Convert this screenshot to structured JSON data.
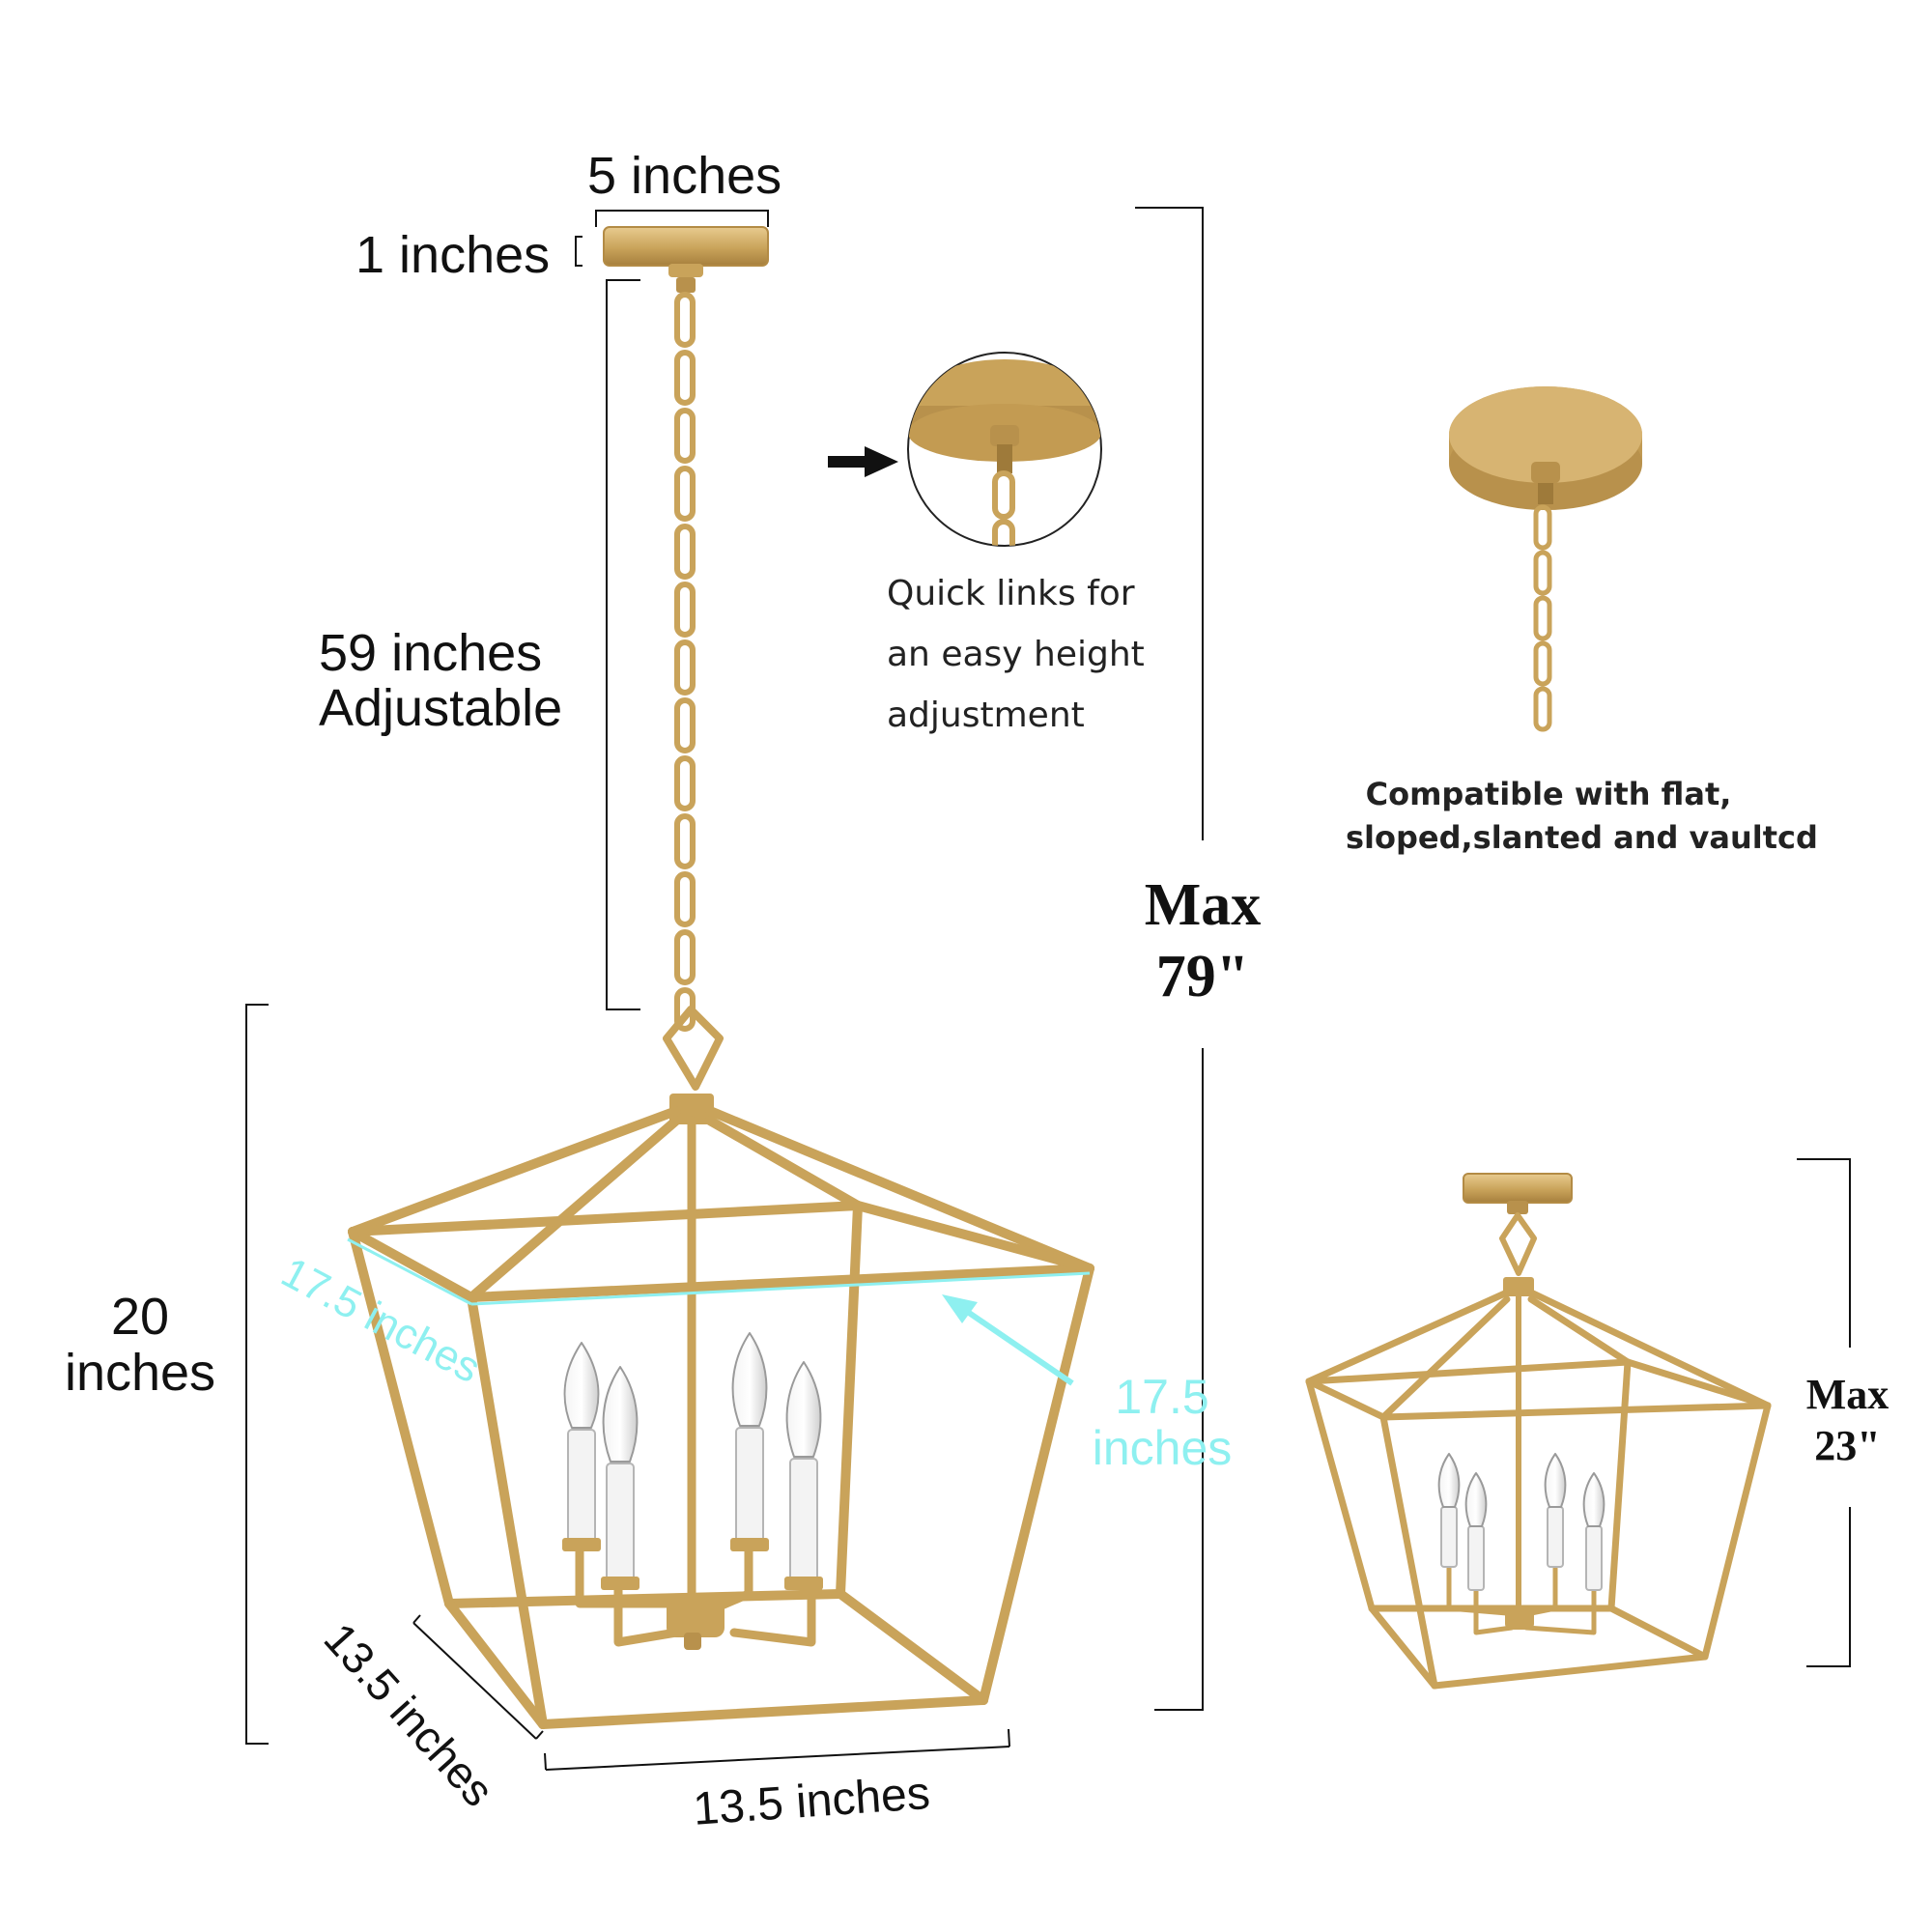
{
  "colors": {
    "gold": "#c9a35a",
    "gold_dark": "#a67f3d",
    "gold_light": "#e3c48a",
    "cyan": "#8ef0f0",
    "dim_line": "#111111",
    "background": "#ffffff"
  },
  "dimensions": {
    "canopy_width": "5 inches",
    "canopy_height": "1 inches",
    "chain_length_line1": "59 inches",
    "chain_length_line2": "Adjustable",
    "max_height_line1": "Max",
    "max_height_line2": "79\"",
    "fixture_height_line1": "20",
    "fixture_height_line2": "inches",
    "top_diagonal_left": "17.5 inches",
    "top_diagonal_right_line1": "17.5",
    "top_diagonal_right_line2": "inches",
    "base_depth": "13.5 inches",
    "base_width": "13.5 inches",
    "compact_max_line1": "Max",
    "compact_max_line2": "23\""
  },
  "notes": {
    "quick_links_line1": "Quick links for",
    "quick_links_line2": "an easy height",
    "quick_links_line3": "adjustment",
    "compatible_line1": "Compatible with flat,",
    "compatible_line2": "sloped,slanted and vaultcd"
  },
  "icons": {
    "pointer": "arrow-right-icon",
    "bulb": "candle-bulb-icon"
  }
}
